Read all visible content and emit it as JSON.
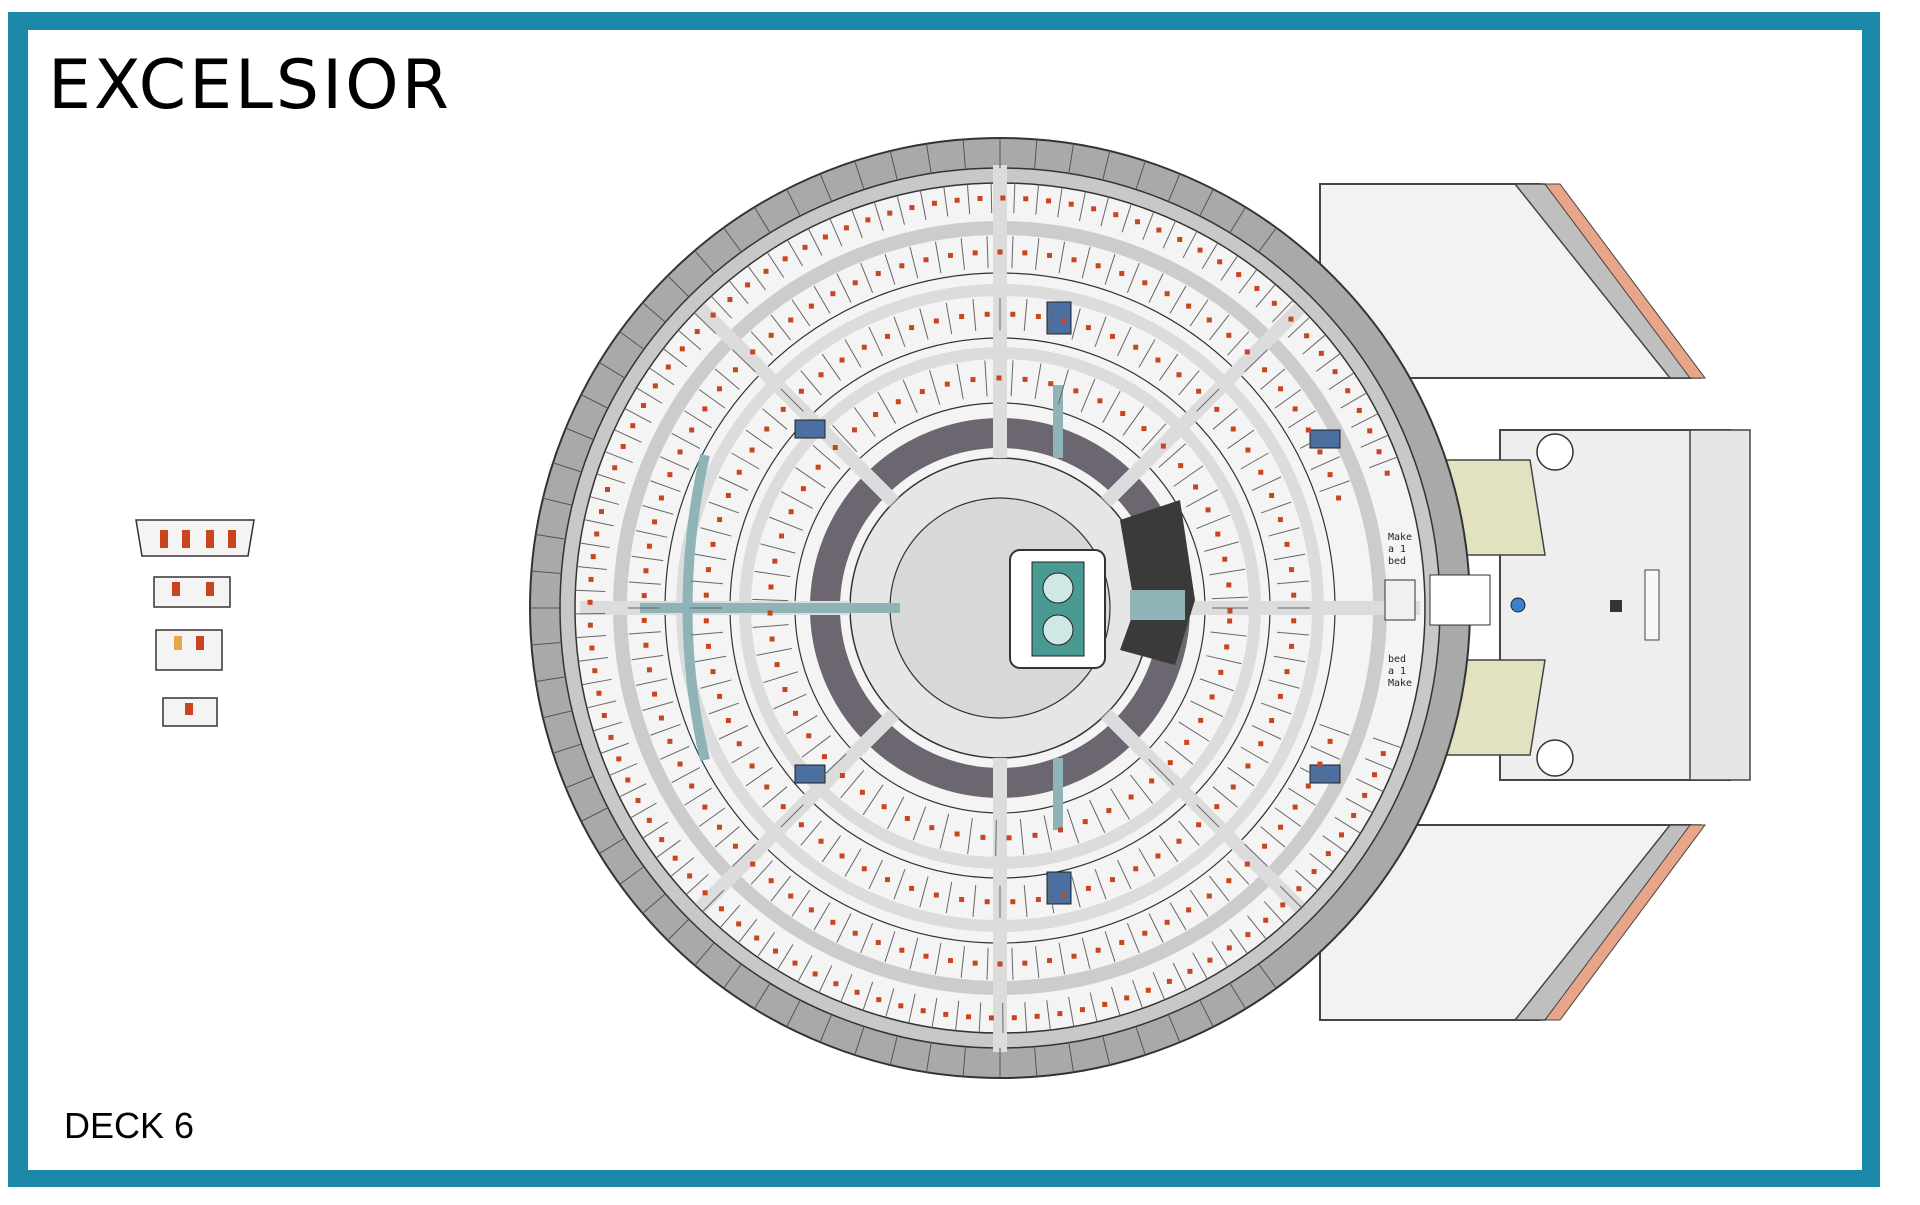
{
  "document": {
    "title": "EXCELSIOR",
    "deck_label": "DECK 6"
  },
  "plan": {
    "annotations": [
      "Make",
      "a 1",
      "bed",
      "bed",
      "a 1",
      "Make"
    ]
  },
  "colors": {
    "frame": "#1b88a8",
    "hull": "#a9a9a9",
    "corridor": "#dcdcdc",
    "room": "#f4f4f4",
    "dark_ring": "#6b6670",
    "bed_red": "#c8451f",
    "lift_blue": "#4a6fa0",
    "cargo_yellow": "#e3e2c0",
    "teal": "#8fb4b8"
  }
}
